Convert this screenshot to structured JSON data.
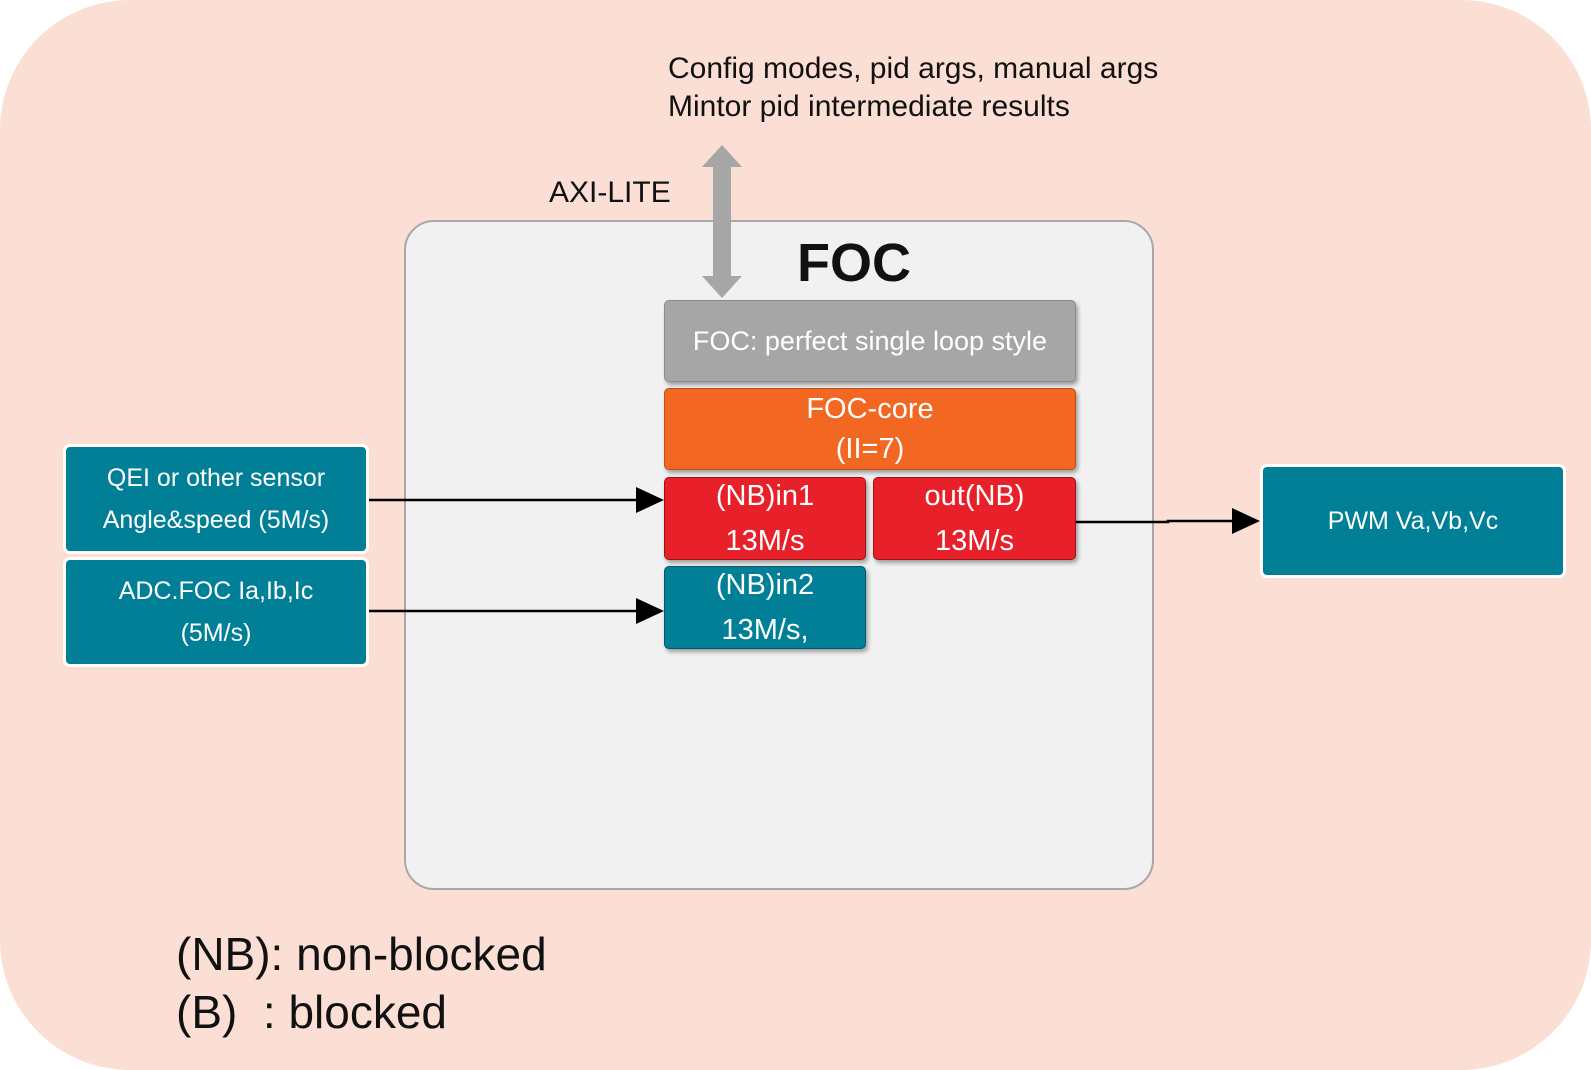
{
  "top_note": {
    "line1": "Config modes, pid args, manual args",
    "line2": "Mintor pid intermediate results"
  },
  "bus_label": "AXI-LITE",
  "foc": {
    "title": "FOC",
    "style_label": "FOC: perfect single loop style",
    "core": {
      "line1": "FOC-core",
      "line2": "(II=7)"
    },
    "in1": {
      "line1": "(NB)in1",
      "line2": "13M/s"
    },
    "out": {
      "line1": "out(NB)",
      "line2": "13M/s"
    },
    "in2": {
      "line1": "(NB)in2",
      "line2": "13M/s,"
    }
  },
  "inputs": {
    "sensor": {
      "line1": "QEI or other sensor",
      "line2": "Angle&speed (5M/s)"
    },
    "adc": {
      "line1": "ADC.FOC Ia,Ib,Ic",
      "line2": "(5M/s)"
    }
  },
  "output": {
    "label": "PWM Va,Vb,Vc"
  },
  "legend": {
    "nb": "(NB): non-blocked",
    "b": "(B)  : blocked"
  },
  "colors": {
    "background": "#fbded4",
    "teal": "#017f96",
    "red": "#e8202a",
    "orange": "#f26722",
    "gray": "#a6a6a6"
  }
}
